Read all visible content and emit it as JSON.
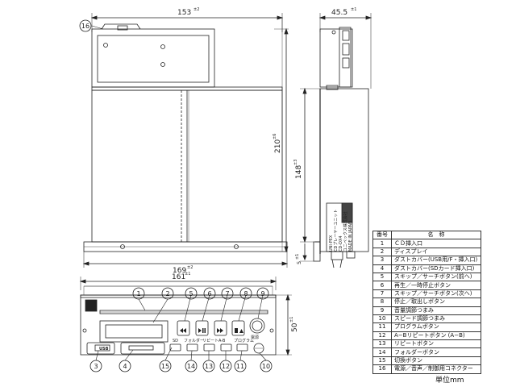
{
  "dimensions": {
    "top_width": "153",
    "top_width_tol": "±2",
    "side_depth": "45.5",
    "side_depth_tol": "±1",
    "total_height": "210",
    "total_height_tol": "±6",
    "body_height": "148",
    "body_height_tol": "±3",
    "foot": "5",
    "foot_tol": "±1",
    "base_width": "169",
    "base_width_tol": "±2",
    "front_width": "161",
    "front_width_tol": "±1",
    "front_height": "50",
    "front_height_tol": "±1"
  },
  "callouts": [
    "1",
    "2",
    "3",
    "4",
    "5",
    "6",
    "7",
    "8",
    "9",
    "10",
    "11",
    "12",
    "13",
    "14",
    "15",
    "16"
  ],
  "front_labels": {
    "usb": "USB",
    "folder": "フォルダー",
    "repeat": "リピート",
    "ab": "A-B",
    "program": "プログラム",
    "sd": "SD",
    "power": "電源"
  },
  "side_label_lines": [
    "UNI-PEX",
    "CDプレーヤーユニット",
    "CD-DX4",
    "ユニペックス株式会社",
    "MADE IN JAPAN"
  ],
  "parts_table": {
    "header_num": "番号",
    "header_name": "名　称",
    "rows": [
      {
        "num": "1",
        "name": "ＣＤ挿入口"
      },
      {
        "num": "2",
        "name": "ディスプレイ"
      },
      {
        "num": "3",
        "name": "ダストカバー(USB用/F・挿入口)"
      },
      {
        "num": "4",
        "name": "ダストカバー(SDカード挿入口)"
      },
      {
        "num": "5",
        "name": "スキップ／サーチボタン(前へ)"
      },
      {
        "num": "6",
        "name": "再生／一時停止ボタン"
      },
      {
        "num": "7",
        "name": "スキップ／サーチボタン(次へ)"
      },
      {
        "num": "8",
        "name": "停止／取出しボタン"
      },
      {
        "num": "9",
        "name": "音量調節つまみ"
      },
      {
        "num": "10",
        "name": "スピード調節つまみ"
      },
      {
        "num": "11",
        "name": "プログラムボタン"
      },
      {
        "num": "12",
        "name": "A−Bリピートボタン (A−B)"
      },
      {
        "num": "13",
        "name": "リピートボタン"
      },
      {
        "num": "14",
        "name": "フォルダーボタン"
      },
      {
        "num": "15",
        "name": "切換ボタン"
      },
      {
        "num": "16",
        "name": "電源／音声／制御用コネクター"
      }
    ]
  },
  "unit_note": "単位mm"
}
